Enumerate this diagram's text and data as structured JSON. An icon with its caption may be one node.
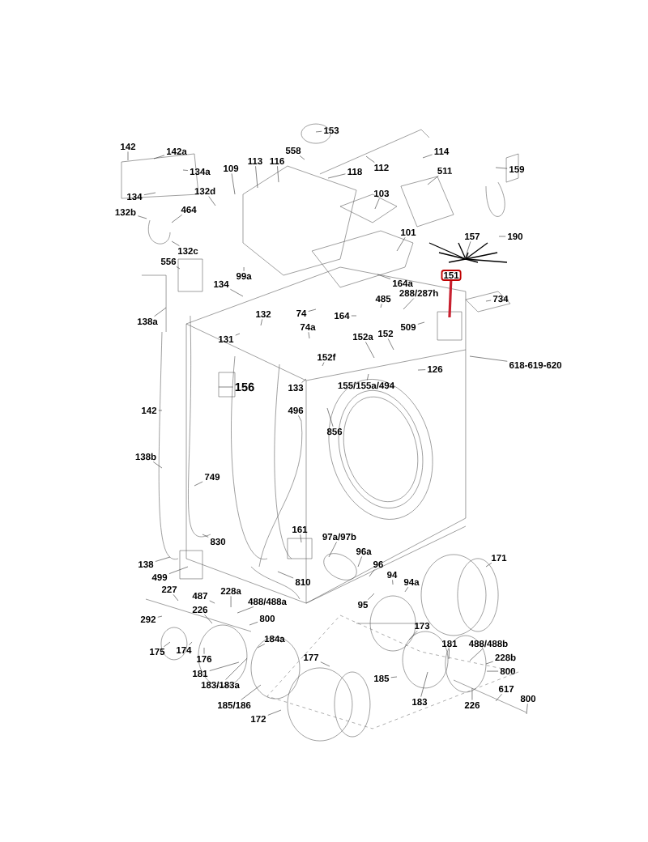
{
  "diagram": {
    "nodes": [
      {
        "text": [
          "153"
        ]
      },
      {
        "text": [
          "142"
        ]
      },
      {
        "text": [
          "142a"
        ]
      },
      {
        "text": [
          "558"
        ]
      },
      {
        "text": [
          "114"
        ]
      },
      {
        "text": [
          "113"
        ]
      },
      {
        "text": [
          "116"
        ]
      },
      {
        "text": [
          "109"
        ]
      },
      {
        "text": [
          "112"
        ]
      },
      {
        "text": [
          "118"
        ]
      },
      {
        "text": [
          "511"
        ]
      },
      {
        "text": [
          "159"
        ]
      },
      {
        "text": [
          "134a"
        ]
      },
      {
        "text": [
          "132d"
        ]
      },
      {
        "text": [
          "103"
        ]
      },
      {
        "text": [
          "134"
        ]
      },
      {
        "text": [
          "132b"
        ]
      },
      {
        "text": [
          "464"
        ]
      },
      {
        "text": [
          "101"
        ]
      },
      {
        "text": [
          "157"
        ]
      },
      {
        "text": [
          "190"
        ]
      },
      {
        "text": [
          "132c"
        ]
      },
      {
        "text": [
          "556"
        ]
      },
      {
        "text": [
          "151"
        ]
      },
      {
        "text": [
          "99a"
        ]
      },
      {
        "text": [
          "164a"
        ]
      },
      {
        "text": [
          "134"
        ]
      },
      {
        "text": [
          "288/287h"
        ]
      },
      {
        "text": [
          "734"
        ]
      },
      {
        "text": [
          "485"
        ]
      },
      {
        "text": [
          "132"
        ]
      },
      {
        "text": [
          "74"
        ]
      },
      {
        "text": [
          "164"
        ]
      },
      {
        "text": [
          "138a"
        ]
      },
      {
        "text": [
          "509"
        ]
      },
      {
        "text": [
          "74a"
        ]
      },
      {
        "text": [
          "152"
        ]
      },
      {
        "text": [
          "152a"
        ]
      },
      {
        "text": [
          "131"
        ]
      },
      {
        "text": [
          "152f"
        ]
      },
      {
        "text": [
          "618-619-620"
        ]
      },
      {
        "text": [
          "126"
        ]
      },
      {
        "text": [
          "155/155a/494"
        ]
      },
      {
        "text": [
          "156"
        ]
      },
      {
        "text": [
          "133"
        ]
      },
      {
        "text": [
          "142"
        ]
      },
      {
        "text": [
          "496"
        ]
      },
      {
        "text": [
          "856"
        ]
      },
      {
        "text": [
          "138b"
        ]
      },
      {
        "text": [
          "749"
        ]
      },
      {
        "text": [
          "161"
        ]
      },
      {
        "text": [
          "97a/97b"
        ]
      },
      {
        "text": [
          "830"
        ]
      },
      {
        "text": [
          "96a"
        ]
      },
      {
        "text": [
          "171"
        ]
      },
      {
        "text": [
          "138"
        ]
      },
      {
        "text": [
          "96"
        ]
      },
      {
        "text": [
          "94"
        ]
      },
      {
        "text": [
          "499"
        ]
      },
      {
        "text": [
          "94a"
        ]
      },
      {
        "text": [
          "810"
        ]
      },
      {
        "text": [
          "227"
        ]
      },
      {
        "text": [
          "228a"
        ]
      },
      {
        "text": [
          "487"
        ]
      },
      {
        "text": [
          "488/488a"
        ]
      },
      {
        "text": [
          "95"
        ]
      },
      {
        "text": [
          "226"
        ]
      },
      {
        "text": [
          "292"
        ]
      },
      {
        "text": [
          "800"
        ]
      },
      {
        "text": [
          "173"
        ]
      },
      {
        "text": [
          "184a"
        ]
      },
      {
        "text": [
          "181"
        ]
      },
      {
        "text": [
          "488/488b"
        ]
      },
      {
        "text": [
          "175"
        ]
      },
      {
        "text": [
          "174"
        ]
      },
      {
        "text": [
          "228b"
        ]
      },
      {
        "text": [
          "177"
        ]
      },
      {
        "text": [
          "176"
        ]
      },
      {
        "text": [
          "800"
        ]
      },
      {
        "text": [
          "181"
        ]
      },
      {
        "text": [
          "185"
        ]
      },
      {
        "text": [
          "183/183a"
        ]
      },
      {
        "text": [
          "617"
        ]
      },
      {
        "text": [
          "800"
        ]
      },
      {
        "text": [
          "183"
        ]
      },
      {
        "text": [
          "226"
        ]
      },
      {
        "text": [
          "185/186"
        ]
      },
      {
        "text": [
          "172"
        ]
      }
    ],
    "edges": [
      {
        "from": 0,
        "to": null,
        "arrow": "none"
      },
      {
        "from": 1,
        "to": null,
        "arrow": "none"
      },
      {
        "from": 2,
        "to": null,
        "arrow": "none"
      },
      {
        "from": 3,
        "to": null,
        "arrow": "none"
      },
      {
        "from": 4,
        "to": null,
        "arrow": "none"
      },
      {
        "from": 5,
        "to": null,
        "arrow": "none"
      },
      {
        "from": 6,
        "to": null,
        "arrow": "none"
      },
      {
        "from": 7,
        "to": null,
        "arrow": "none"
      },
      {
        "from": 8,
        "to": null,
        "arrow": "none"
      },
      {
        "from": 9,
        "to": null,
        "arrow": "none"
      },
      {
        "from": 10,
        "to": null,
        "arrow": "none"
      },
      {
        "from": 11,
        "to": null,
        "arrow": "none"
      },
      {
        "from": 12,
        "to": null,
        "arrow": "none"
      },
      {
        "from": 13,
        "to": null,
        "arrow": "none"
      },
      {
        "from": 14,
        "to": null,
        "arrow": "none"
      },
      {
        "from": 15,
        "to": null,
        "arrow": "none"
      },
      {
        "from": 16,
        "to": null,
        "arrow": "none"
      },
      {
        "from": 17,
        "to": null,
        "arrow": "none"
      },
      {
        "from": 18,
        "to": null,
        "arrow": "none"
      },
      {
        "from": 19,
        "to": null,
        "arrow": "none"
      },
      {
        "from": 20,
        "to": null,
        "arrow": "none"
      },
      {
        "from": 21,
        "to": null,
        "arrow": "none"
      },
      {
        "from": 22,
        "to": null,
        "arrow": "none"
      },
      {
        "from": 23,
        "to": null,
        "arrow": "none",
        "style": "thick",
        "color": "#c8202f"
      },
      {
        "from": 24,
        "to": null,
        "arrow": "none"
      },
      {
        "from": 25,
        "to": null,
        "arrow": "none"
      },
      {
        "from": 26,
        "to": null,
        "arrow": "none"
      },
      {
        "from": 27,
        "to": null,
        "arrow": "none"
      },
      {
        "from": 28,
        "to": null,
        "arrow": "none"
      },
      {
        "from": 29,
        "to": null,
        "arrow": "none"
      },
      {
        "from": 30,
        "to": null,
        "arrow": "none"
      },
      {
        "from": 31,
        "to": null,
        "arrow": "none"
      },
      {
        "from": 32,
        "to": null,
        "arrow": "none"
      },
      {
        "from": 33,
        "to": null,
        "arrow": "none"
      },
      {
        "from": 34,
        "to": null,
        "arrow": "none"
      },
      {
        "from": 35,
        "to": null,
        "arrow": "none"
      },
      {
        "from": 36,
        "to": null,
        "arrow": "none"
      },
      {
        "from": 37,
        "to": null,
        "arrow": "none"
      },
      {
        "from": 38,
        "to": null,
        "arrow": "none"
      },
      {
        "from": 39,
        "to": null,
        "arrow": "none"
      },
      {
        "from": 40,
        "to": null,
        "arrow": "none"
      },
      {
        "from": 41,
        "to": null,
        "arrow": "none"
      },
      {
        "from": 42,
        "to": null,
        "arrow": "none"
      },
      {
        "from": 43,
        "to": null,
        "arrow": "none"
      },
      {
        "from": 44,
        "to": null,
        "arrow": "none"
      },
      {
        "from": 45,
        "to": null,
        "arrow": "none"
      },
      {
        "from": 46,
        "to": null,
        "arrow": "none"
      },
      {
        "from": 47,
        "to": null,
        "arrow": "none"
      },
      {
        "from": 48,
        "to": null,
        "arrow": "none"
      },
      {
        "from": 49,
        "to": null,
        "arrow": "none"
      },
      {
        "from": 50,
        "to": null,
        "arrow": "none"
      },
      {
        "from": 51,
        "to": null,
        "arrow": "none"
      },
      {
        "from": 52,
        "to": null,
        "arrow": "none"
      },
      {
        "from": 53,
        "to": null,
        "arrow": "none"
      },
      {
        "from": 54,
        "to": null,
        "arrow": "none"
      },
      {
        "from": 55,
        "to": null,
        "arrow": "none"
      },
      {
        "from": 56,
        "to": null,
        "arrow": "none"
      },
      {
        "from": 57,
        "to": null,
        "arrow": "none"
      },
      {
        "from": 58,
        "to": null,
        "arrow": "none"
      },
      {
        "from": 59,
        "to": null,
        "arrow": "none"
      },
      {
        "from": 60,
        "to": null,
        "arrow": "none"
      },
      {
        "from": 61,
        "to": null,
        "arrow": "none"
      },
      {
        "from": 62,
        "to": null,
        "arrow": "none"
      },
      {
        "from": 63,
        "to": null,
        "arrow": "none"
      },
      {
        "from": 64,
        "to": null,
        "arrow": "none"
      },
      {
        "from": 65,
        "to": null,
        "arrow": "none"
      },
      {
        "from": 66,
        "to": null,
        "arrow": "none"
      },
      {
        "from": 67,
        "to": null,
        "arrow": "none"
      },
      {
        "from": 68,
        "to": null,
        "arrow": "none"
      },
      {
        "from": 69,
        "to": null,
        "arrow": "none"
      },
      {
        "from": 70,
        "to": null,
        "arrow": "none"
      },
      {
        "from": 71,
        "to": null,
        "arrow": "none"
      },
      {
        "from": 72,
        "to": null,
        "arrow": "none"
      },
      {
        "from": 73,
        "to": null,
        "arrow": "none"
      },
      {
        "from": 74,
        "to": null,
        "arrow": "none"
      },
      {
        "from": 75,
        "to": null,
        "arrow": "none"
      },
      {
        "from": 76,
        "to": null,
        "arrow": "none"
      },
      {
        "from": 77,
        "to": null,
        "arrow": "none"
      },
      {
        "from": 78,
        "to": null,
        "arrow": "none"
      },
      {
        "from": 79,
        "to": null,
        "arrow": "none"
      },
      {
        "from": 80,
        "to": null,
        "arrow": "none"
      },
      {
        "from": 81,
        "to": null,
        "arrow": "none"
      },
      {
        "from": 82,
        "to": null,
        "arrow": "none"
      },
      {
        "from": 83,
        "to": null,
        "arrow": "none"
      },
      {
        "from": 84,
        "to": null,
        "arrow": "none"
      },
      {
        "from": 85,
        "to": null,
        "arrow": "none"
      },
      {
        "from": 86,
        "to": null,
        "arrow": "none"
      },
      {
        "from": 87,
        "to": null,
        "arrow": "none"
      }
    ]
  }
}
